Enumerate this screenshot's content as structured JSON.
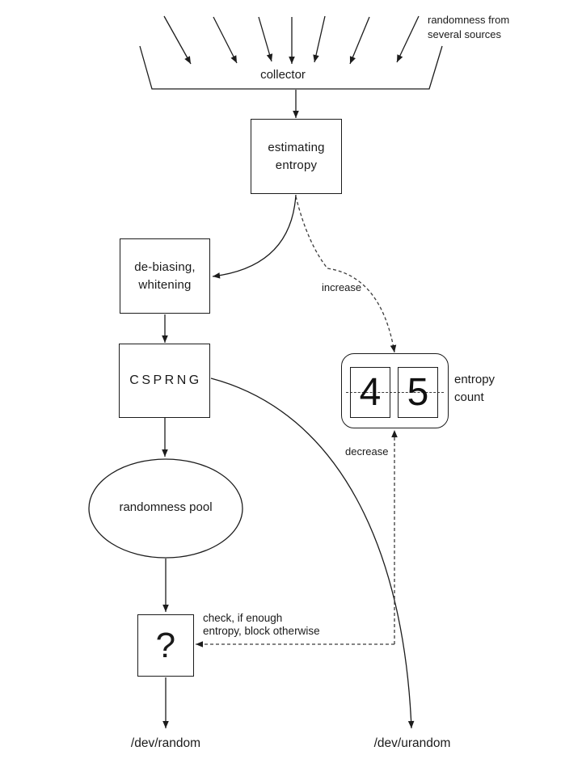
{
  "annotations": {
    "sources_line1": "randomness from",
    "sources_line2": "several sources",
    "increase": "increase",
    "decrease": "decrease",
    "check_line1": "check, if enough",
    "check_line2": "entropy, block otherwise"
  },
  "nodes": {
    "collector": {
      "label": "collector"
    },
    "estimator": {
      "line1": "estimating",
      "line2": "entropy"
    },
    "debias": {
      "line1": "de-biasing,",
      "line2": "whitening"
    },
    "csprng": {
      "label": "CSPRNG"
    },
    "pool": {
      "label": "randomness pool"
    },
    "gate": {
      "label": "?"
    }
  },
  "counter": {
    "digits": [
      "4",
      "5"
    ],
    "label_line1": "entropy",
    "label_line2": "count"
  },
  "outputs": {
    "blocking": "/dev/random",
    "nonblocking": "/dev/urandom"
  },
  "colors": {
    "stroke": "#1c1c1c",
    "dashed_stroke": "#3c3c3c",
    "background": "#ffffff"
  }
}
